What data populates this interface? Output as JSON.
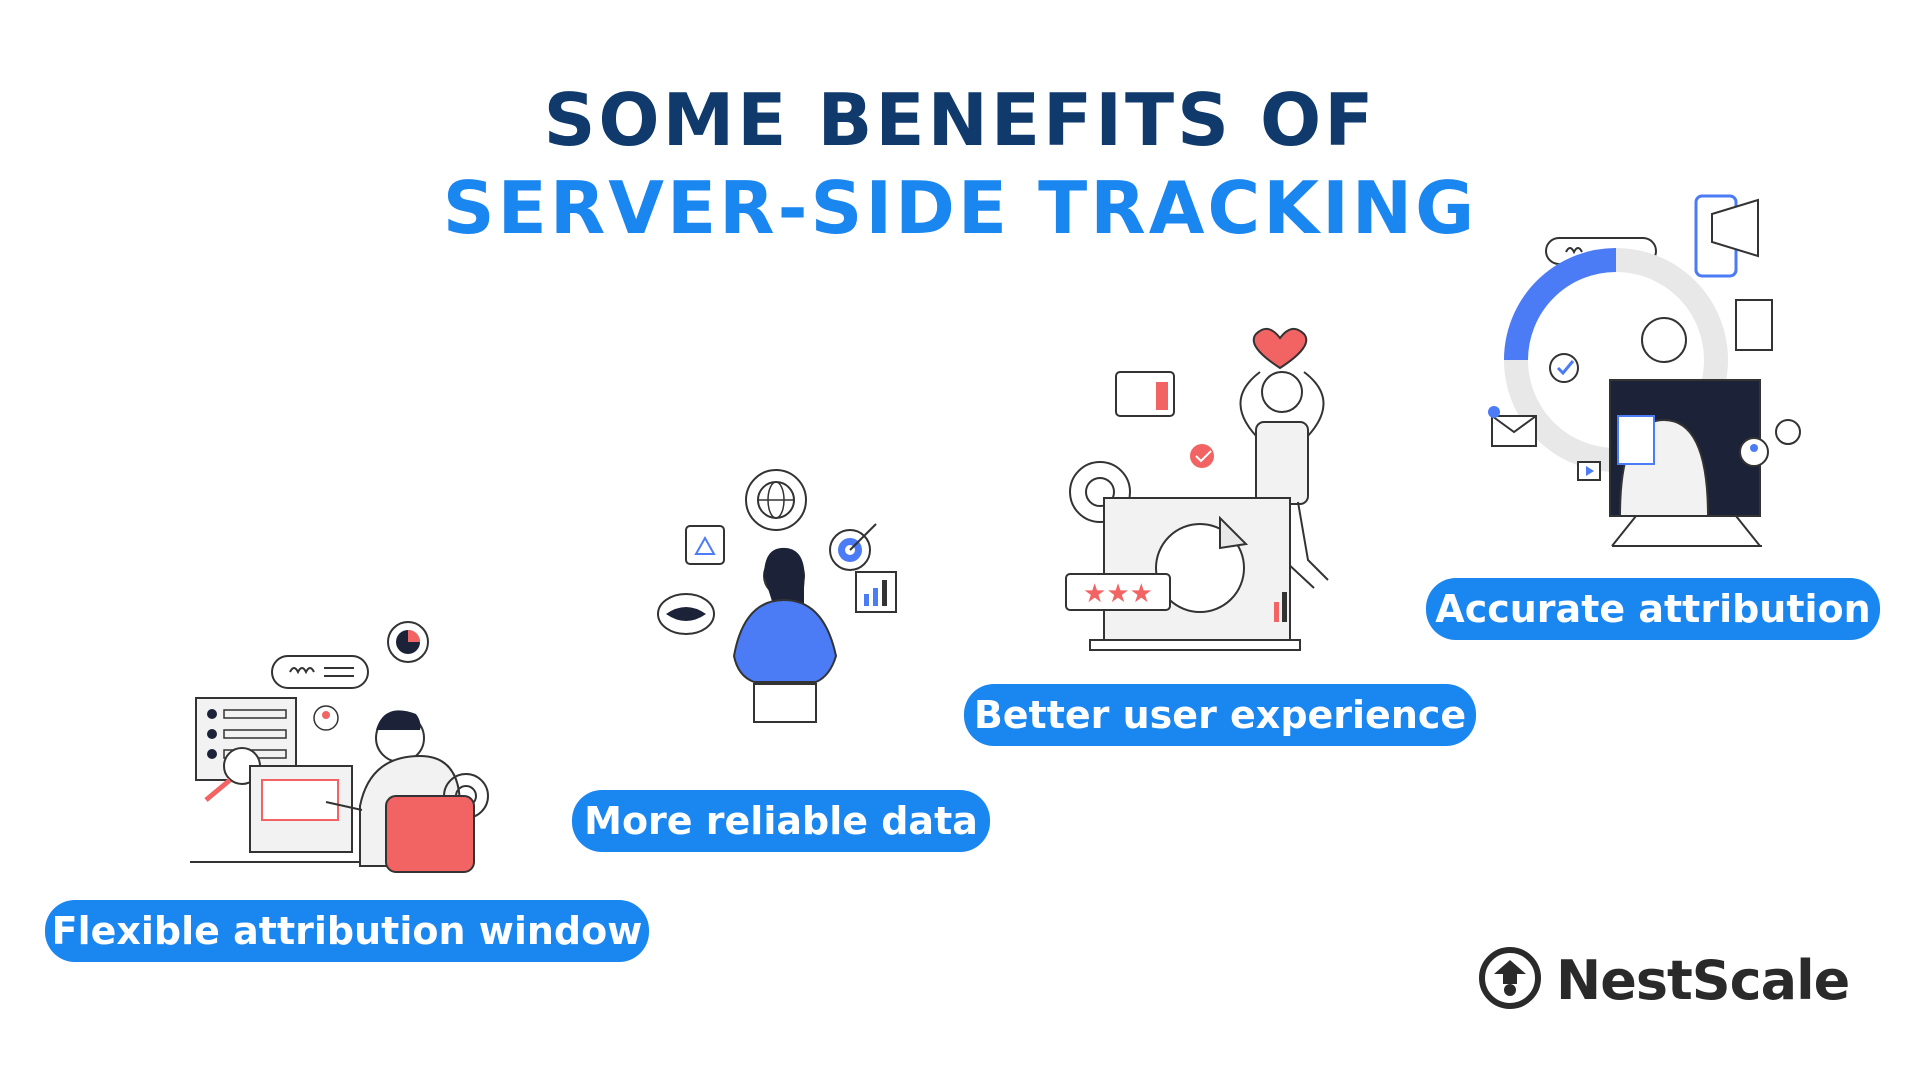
{
  "title": {
    "line1": "SOME BENEFITS OF",
    "line2": "SERVER-SIDE TRACKING"
  },
  "benefits": [
    {
      "label": "Flexible attribution window"
    },
    {
      "label": "More reliable data"
    },
    {
      "label": "Better user experience"
    },
    {
      "label": "Accurate attribution"
    }
  ],
  "brand": {
    "name": "NestScale"
  },
  "colors": {
    "title_dark": "#0f3a6b",
    "title_accent": "#1a86f0",
    "pill": "#1a86f0",
    "accent_red": "#f26363",
    "accent_blue": "#4b7bf5"
  }
}
